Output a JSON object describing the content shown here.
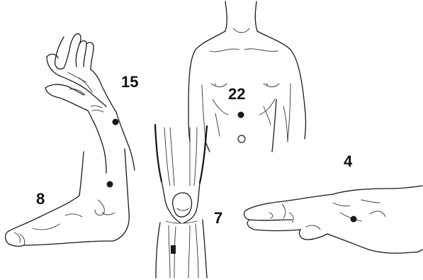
{
  "labels": {
    "torso": "22",
    "forearm": "15",
    "hand": "4",
    "ankle": "8",
    "knee": "7"
  },
  "colors": {
    "ink": "#1a1a1a",
    "point_fill": "#1a1a1a",
    "open_point_fill": "#ffffff",
    "background": "#ffffff"
  },
  "figures": [
    "torso",
    "raised-hand-and-forearm",
    "foot-and-ankle",
    "knee-and-lower-leg",
    "hand-back-view"
  ]
}
